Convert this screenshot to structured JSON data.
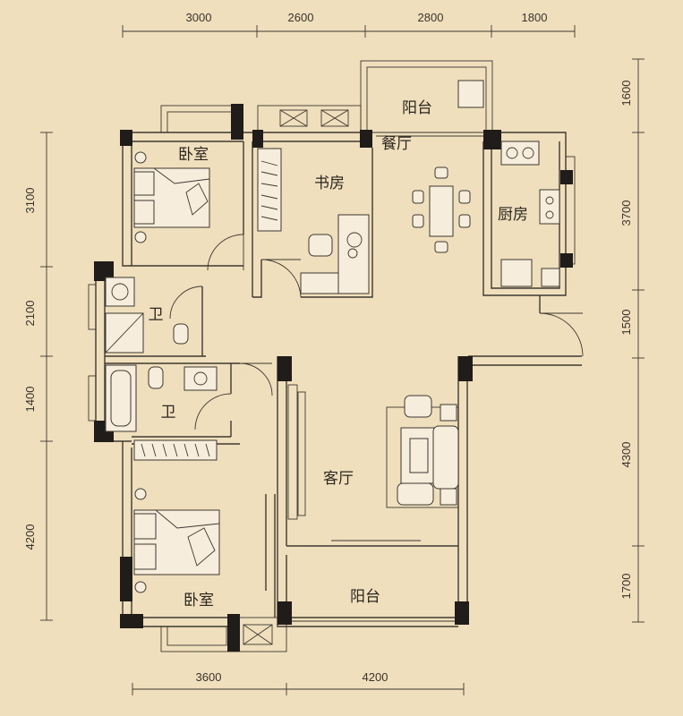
{
  "dimensions": {
    "top": [
      "3000",
      "2600",
      "2800",
      "1800"
    ],
    "bottom": [
      "3600",
      "4200"
    ],
    "left": [
      "3100",
      "2100",
      "1400",
      "4200"
    ],
    "right": [
      "1600",
      "3700",
      "1500",
      "4300",
      "1700"
    ]
  },
  "rooms": {
    "bedroom_top": "卧室",
    "study": "书房",
    "dining": "餐厅",
    "balcony_top": "阳台",
    "kitchen": "厨房",
    "bath_1": "卫",
    "bath_2": "卫",
    "living": "客厅",
    "bedroom_bottom": "卧室",
    "balcony_bottom": "阳台"
  },
  "colors": {
    "background": "#efdfbc",
    "wall": "#3e3830",
    "column": "#1f1c19"
  }
}
